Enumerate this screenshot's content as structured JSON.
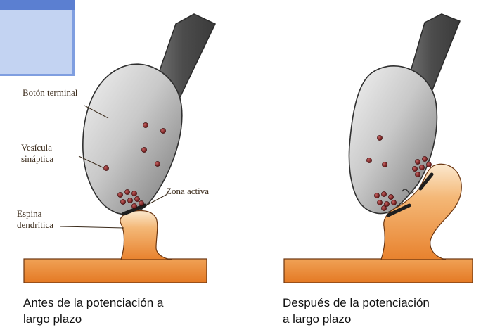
{
  "labels": {
    "terminal_button": "Botón terminal",
    "vesicle_line1": "Vesícula",
    "vesicle_line2": "sináptica",
    "active_zone": "Zona activa",
    "spine_line1": "Espina",
    "spine_line2": "dendrítica"
  },
  "captions": {
    "before_line1": "Antes de la potenciación a",
    "before_line2": "largo plazo",
    "after_line1": "Después de la potenciación",
    "after_line2": "a largo plazo"
  },
  "colors": {
    "background": "#ffffff",
    "corner_accent": "#c3d3f2",
    "axon": "#5a5a5a",
    "terminal_fill": "#c4c4c4",
    "vesicle": "#7a1f1f",
    "active_zone": "#1e1e1e",
    "dendrite": "#e8822e",
    "dendrite_highlight": "#f6d6a8"
  }
}
